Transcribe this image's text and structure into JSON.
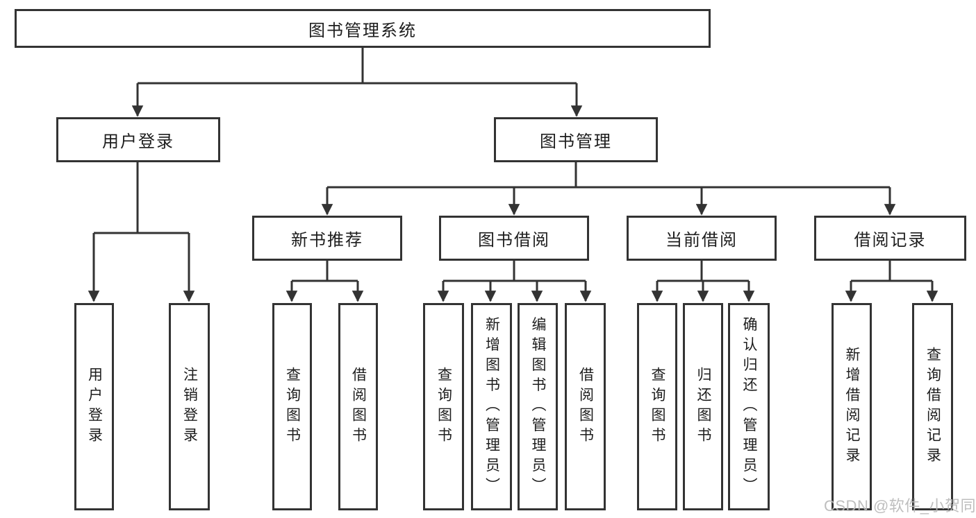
{
  "diagram": {
    "root": {
      "label": "图书管理系统"
    },
    "branches": [
      {
        "label": "用户登录",
        "children": [
          {
            "label": "用户登录"
          },
          {
            "label": "注销登录"
          }
        ]
      },
      {
        "label": "图书管理",
        "children": [
          {
            "label": "新书推荐",
            "children": [
              {
                "label": "查询图书"
              },
              {
                "label": "借阅图书"
              }
            ]
          },
          {
            "label": "图书借阅",
            "children": [
              {
                "label": "查询图书"
              },
              {
                "label": "新增图书（管理员）"
              },
              {
                "label": "编辑图书（管理员）"
              },
              {
                "label": "借阅图书"
              }
            ]
          },
          {
            "label": "当前借阅",
            "children": [
              {
                "label": "查询图书"
              },
              {
                "label": "归还图书"
              },
              {
                "label": "确认归还（管理员）"
              }
            ]
          },
          {
            "label": "借阅记录",
            "children": [
              {
                "label": "新增借阅记录"
              },
              {
                "label": "查询借阅记录"
              }
            ]
          }
        ]
      }
    ]
  },
  "watermark": {
    "text": "CSDN @软件_小贺同学"
  },
  "colors": {
    "line": "#333333",
    "text": "#1d1d1d",
    "watermark": "#b9b9b9",
    "background": "#ffffff"
  }
}
